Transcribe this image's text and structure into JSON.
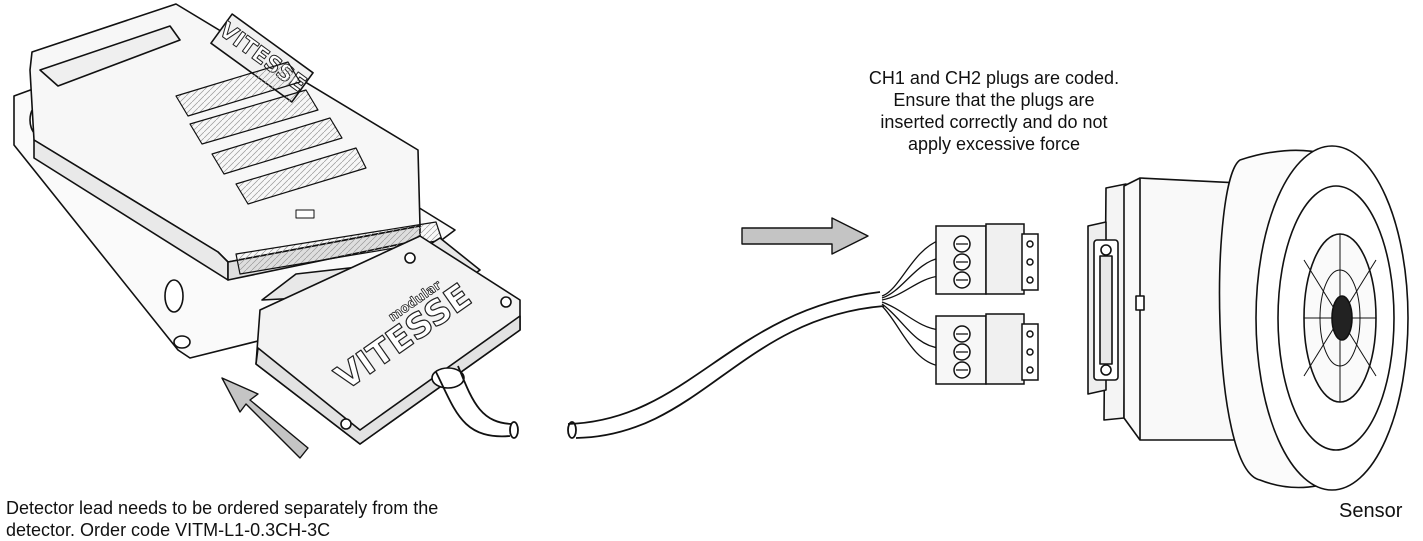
{
  "figure": {
    "plug_note": {
      "lines": [
        "CH1 and CH2 plugs are coded.",
        "Ensure that the plugs are",
        "inserted correctly and do not",
        "apply excessive force"
      ]
    },
    "lead_note": {
      "line1": "Detector lead needs to be ordered separately from the",
      "line2": "detector. Order code VITM-L1-0.3CH-3C"
    },
    "sensor_label": "Sensor",
    "detector_brand": "VITESSE",
    "detector_subbrand": "modular",
    "arrow_color": "#c4c4c4",
    "line_color": "#111111"
  }
}
